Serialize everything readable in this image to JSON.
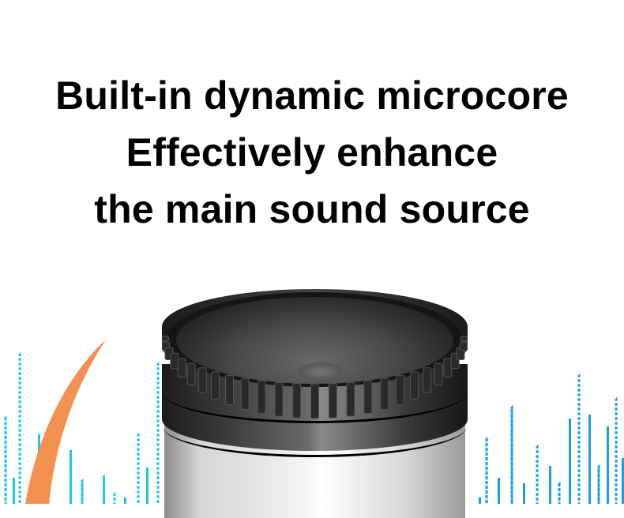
{
  "headline": {
    "line1": "Built-in dynamic microcore",
    "line2": "Effectively enhance",
    "line3": "the main sound source"
  },
  "colors": {
    "accent_arc": "#f39150",
    "equalizer": "#1fc6e8",
    "equalizer_right": "#1a9ee8"
  }
}
